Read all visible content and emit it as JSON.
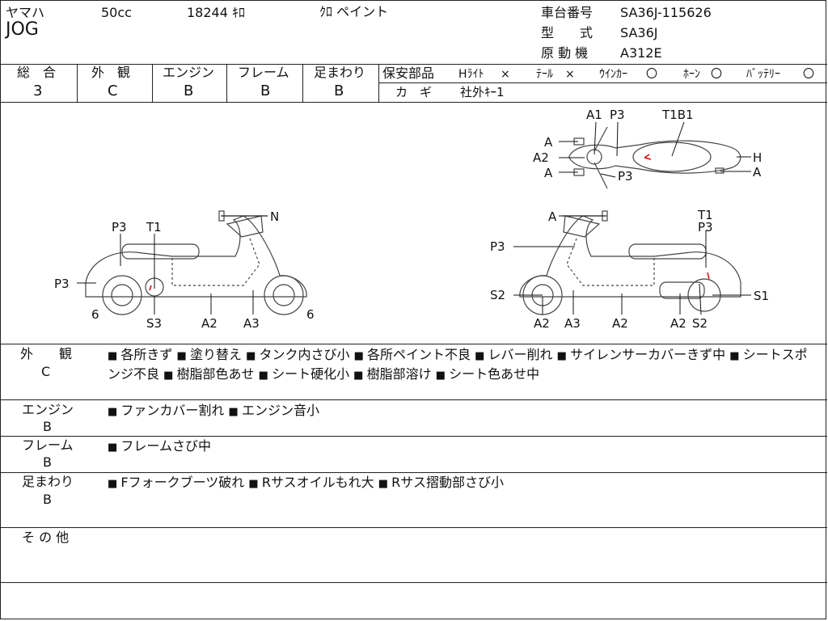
{
  "header": {
    "maker": "ヤマハ",
    "displacement": "50cc",
    "mileage": "18244 ｷﾛ",
    "color": "ｸﾛ ペイント",
    "model": "JOG",
    "frame_no_label": "車台番号",
    "frame_no": "SA36J-115626",
    "type_label": "型　　式",
    "type_value": "SA36J",
    "engine_label": "原 動 機",
    "engine_value": "A312E"
  },
  "grades": {
    "overall_label": "総　合",
    "overall": "3",
    "exterior_label": "外　観",
    "exterior": "C",
    "engine_label": "エンジン",
    "engine": "B",
    "frame_label": "フレーム",
    "frame": "B",
    "suspension_label": "足まわり",
    "suspension": "B"
  },
  "safety": {
    "label": "保安部品",
    "headlight_label": "Hﾗｲﾄ",
    "headlight": "×",
    "tail_label": "ﾃｰﾙ",
    "tail": "×",
    "winker_label": "ｳｲﾝｶｰ",
    "winker": "〇",
    "horn_label": "ﾎｰﾝ",
    "horn": "〇",
    "battery_label": "ﾊﾞｯﾃﾘｰ",
    "battery": "〇",
    "key_label": "カ　ギ",
    "key_value": "社外ｷｰ1"
  },
  "diagram_labels": {
    "top_A1": "A1",
    "top_P3a": "P3",
    "top_T1B1": "T1B1",
    "top_Aul": "A",
    "top_A2": "A2",
    "top_All": "A",
    "top_P3b": "P3",
    "top_H": "H",
    "top_Ar": "A",
    "left_N": "N",
    "left_P3": "P3",
    "left_T1": "T1",
    "left_P3b": "P3",
    "left_6a": "6",
    "left_S3": "S3",
    "left_A2": "A2",
    "left_A3": "A3",
    "left_6b": "6",
    "right_A": "A",
    "right_T1": "T1",
    "right_P3": "P3",
    "right_P3b": "P3",
    "right_S2": "S2",
    "right_S1": "S1",
    "right_A2a": "A2",
    "right_A3": "A3",
    "right_A2b": "A2",
    "right_A2c": "A2",
    "right_S2b": "S2"
  },
  "notes": {
    "exterior_label": "外　　観",
    "exterior_grade": "C",
    "exterior_items": [
      "各所きず",
      "塗り替え",
      "タンク内さび小",
      "各所ペイント不良",
      "レバー削れ",
      "サイレンサーカバーきず中",
      "シートスポンジ不良",
      "樹脂部色あせ",
      "シート硬化小",
      "樹脂部溶け",
      "シート色あせ中"
    ],
    "engine_label": "エンジン",
    "engine_grade": "B",
    "engine_items": [
      "ファンカバー割れ",
      "エンジン音小"
    ],
    "frame_label": "フレーム",
    "frame_grade": "B",
    "frame_items": [
      "フレームさび中"
    ],
    "susp_label": "足まわり",
    "susp_grade": "B",
    "susp_items": [
      "Fフォークブーツ破れ",
      "Rサスオイルもれ大",
      "Rサス摺動部さび小"
    ],
    "other_label": "そ の 他"
  }
}
